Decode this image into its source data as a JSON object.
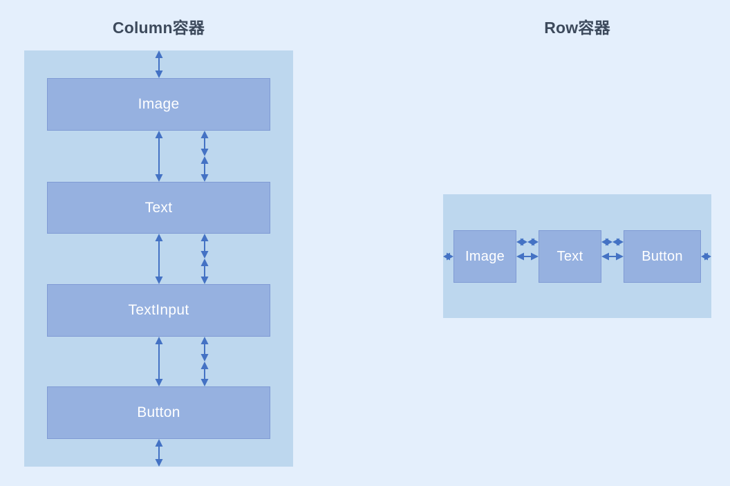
{
  "page": {
    "background_color": "#e4effc",
    "container_color": "#bdd7ee",
    "widget_fill_color": "#96b1e0",
    "widget_border_color": "#7f9ad4",
    "widget_label_color": "#ffffff",
    "arrow_color": "#4472c4",
    "title_color": "#3d4a5c"
  },
  "panels": [
    {
      "id": "column",
      "title": "Column容器",
      "layout_direction": "vertical",
      "children": [
        {
          "label": "Image"
        },
        {
          "label": "Text"
        },
        {
          "label": "TextInput"
        },
        {
          "label": "Button"
        }
      ],
      "spacing_markers": {
        "primary_arrow": "double-headed-arrow",
        "secondary_arrow": "pinched-double-arrow",
        "edge_arrow": "double-headed-arrow"
      }
    },
    {
      "id": "row",
      "title": "Row容器",
      "layout_direction": "horizontal",
      "children": [
        {
          "label": "Image"
        },
        {
          "label": "Text"
        },
        {
          "label": "Button"
        }
      ],
      "spacing_markers": {
        "primary_arrow": "double-headed-arrow",
        "secondary_arrow": "pinched-double-arrow",
        "edge_arrow": "small-diamond-arrow"
      }
    }
  ]
}
